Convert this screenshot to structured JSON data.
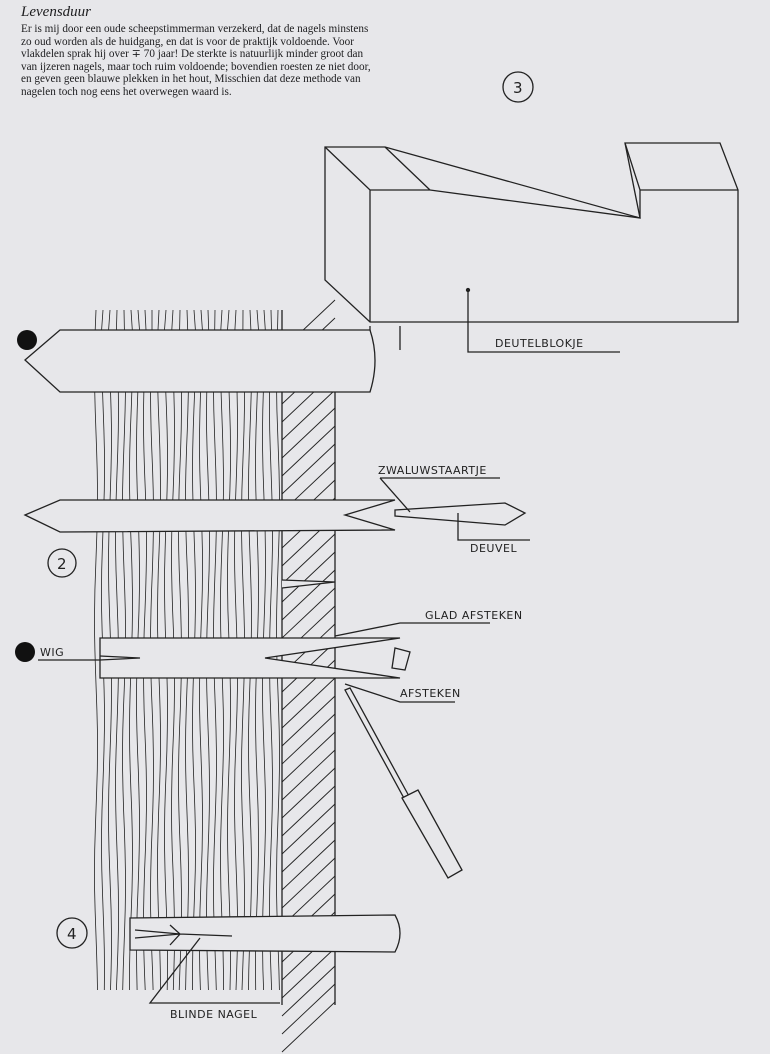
{
  "article": {
    "heading": "Levensduur",
    "paragraph": "Er is mij door een oude scheepstimmerman verzekerd, dat de nagels minstens zo oud worden als de huidgang, en dat is voor de praktijk voldoende. Voor vlakdelen sprak hij over ∓ 70 jaar! De sterkte is natuurlijk minder groot dan van ijzeren nagels, maar toch ruim voldoende; bovendien roesten ze niet door, en geven geen blauwe plekken in het hout, Misschien dat deze methode van nagelen toch nog eens het overwegen waard is."
  },
  "figure": {
    "numbers": {
      "fig3": "3",
      "fig2": "2",
      "fig4": "4"
    },
    "labels": {
      "deutelblokje": "DEUTELBLOKJE",
      "zwaluwstaartje": "ZWALUWSTAARTJE",
      "deuvel": "DEUVEL",
      "glad_afsteken": "GLAD  AFSTEKEN",
      "wig": "WIG",
      "afsteken": "AFSTEKEN",
      "blinde_nagel": "BLINDE  NAGEL"
    }
  }
}
